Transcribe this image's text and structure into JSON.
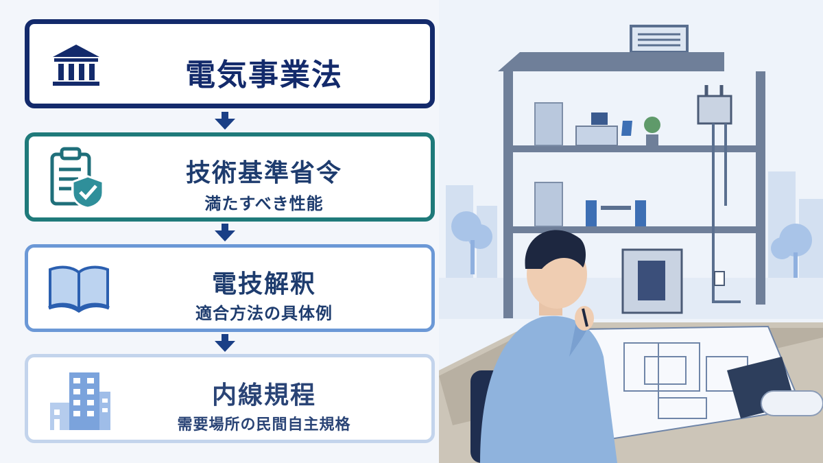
{
  "hierarchy": [
    {
      "title": "電気事業法",
      "subtitle": ""
    },
    {
      "title": "技術基準省令",
      "subtitle": "満たすべき性能"
    },
    {
      "title": "電技解釈",
      "subtitle": "適合方法の具体例"
    },
    {
      "title": "内線規程",
      "subtitle": "需要場所の民間自主規格"
    }
  ],
  "colors": {
    "level1": "#132a6b",
    "level2": "#1f7a7a",
    "level3": "#6b98d6",
    "level4": "#c3d4ec",
    "arrow": "#1a3f86"
  },
  "icons": [
    "government-building-icon",
    "clipboard-shield-icon",
    "open-book-icon",
    "office-building-icon"
  ]
}
